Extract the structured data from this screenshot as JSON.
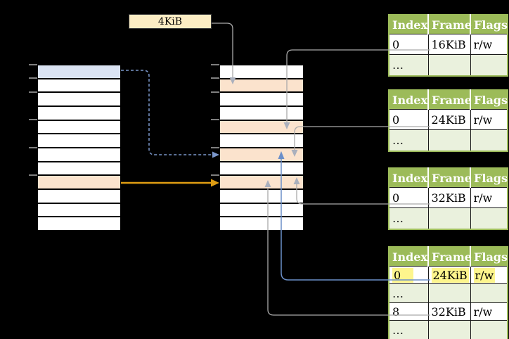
{
  "page_size_label": "4KiB",
  "colors": {
    "background": "#000000",
    "table_header_green": "#9cbb59",
    "table_dots_row_green": "#eaf1dd",
    "memory_blue_cell": "#dae3f3",
    "memory_peach_cell": "#fbe3cd",
    "page_size_box_fill": "#fcedc4",
    "yellow_highlight": "#fdf58d",
    "connector_gray": "#a9a9a9",
    "arrowhead_gray": "#aab0bd",
    "arrow_blue": "#6b8fc9",
    "arrow_blue_dashed": "#7b97cb",
    "arrow_orange": "#df9d13",
    "tick_gray": "#7f7f7f"
  },
  "memory_columns": {
    "left": {
      "rows": 12,
      "highlights": {
        "0": "blue",
        "8": "peach"
      },
      "tick_rows": [
        0,
        1,
        2,
        4,
        6,
        8
      ]
    },
    "middle": {
      "rows": 12,
      "highlights": {
        "1": "peach",
        "4": "peach",
        "6": "peach",
        "8": "peach"
      },
      "tick_rows": [
        0,
        1,
        2,
        4,
        6,
        8
      ]
    }
  },
  "tables": [
    {
      "headers": [
        "Index",
        "Frame",
        "Flags"
      ],
      "rows": [
        [
          "0",
          "16KiB",
          "r/w"
        ],
        [
          "…",
          "",
          ""
        ]
      ]
    },
    {
      "headers": [
        "Index",
        "Frame",
        "Flags"
      ],
      "rows": [
        [
          "0",
          "24KiB",
          "r/w"
        ],
        [
          "…",
          "",
          ""
        ]
      ]
    },
    {
      "headers": [
        "Index",
        "Frame",
        "Flags"
      ],
      "rows": [
        [
          "0",
          "32KiB",
          "r/w"
        ],
        [
          "…",
          "",
          ""
        ]
      ]
    },
    {
      "headers": [
        "Index",
        "Frame",
        "Flags"
      ],
      "rows": [
        [
          "0",
          "24KiB",
          "r/w"
        ],
        [
          "…",
          "",
          ""
        ],
        [
          "8",
          "32KiB",
          "r/w"
        ],
        [
          "…",
          "",
          ""
        ]
      ],
      "highlighted_row": 0
    }
  ]
}
